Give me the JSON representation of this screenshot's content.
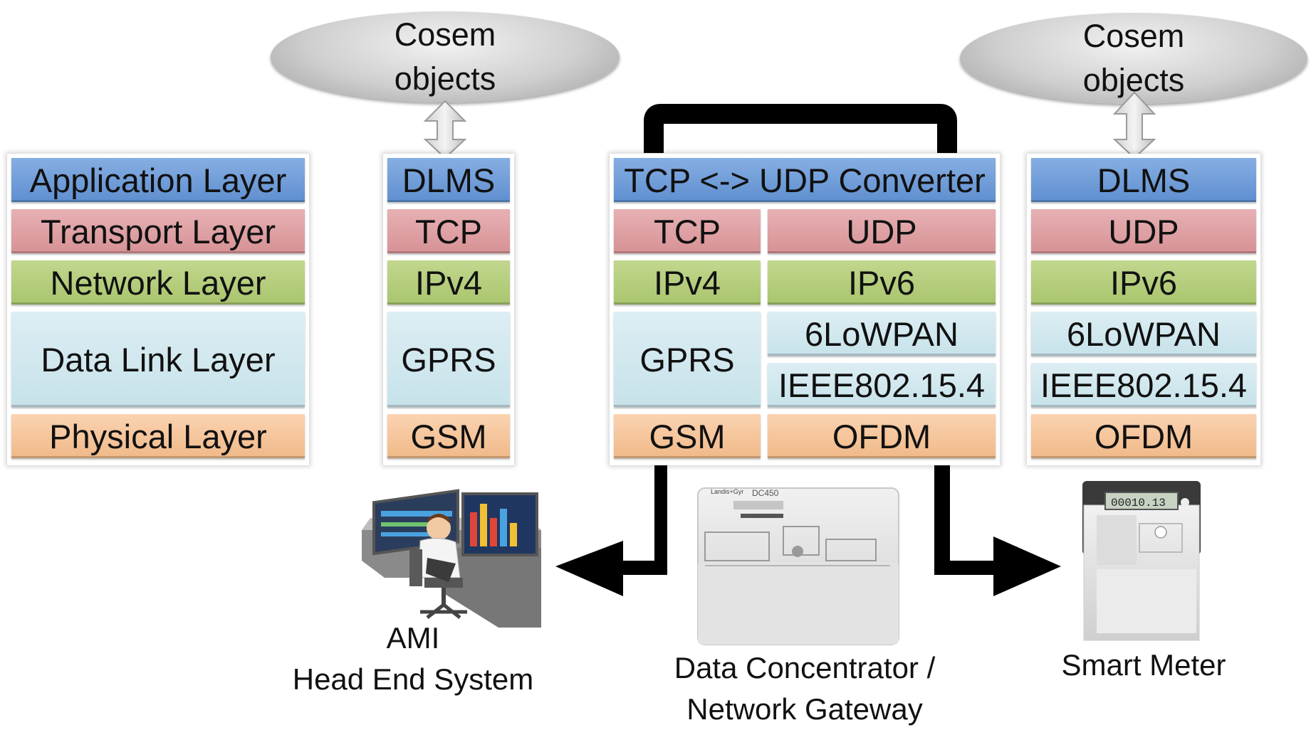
{
  "left_cloud": {
    "line1": "Cosem",
    "line2": "objects"
  },
  "right_cloud": {
    "line1": "Cosem",
    "line2": "objects"
  },
  "layer_names": {
    "application": "Application Layer",
    "transport": "Transport Layer",
    "network": "Network Layer",
    "datalink": "Data Link Layer",
    "physical": "Physical Layer"
  },
  "head_end_stack": {
    "app": "DLMS",
    "transport": "TCP",
    "network": "IPv4",
    "datalink": "GPRS",
    "physical": "GSM"
  },
  "gateway_stack": {
    "app": "TCP <-> UDP Converter",
    "left": {
      "transport": "TCP",
      "network": "IPv4",
      "datalink": "GPRS",
      "physical": "GSM"
    },
    "right": {
      "transport": "UDP",
      "network": "IPv6",
      "adaptation": "6LoWPAN",
      "mac": "IEEE802.15.4",
      "physical": "OFDM"
    }
  },
  "meter_stack": {
    "app": "DLMS",
    "transport": "UDP",
    "network": "IPv6",
    "adaptation": "6LoWPAN",
    "mac": "IEEE802.15.4",
    "physical": "OFDM"
  },
  "devices": {
    "head_end": {
      "line1": "AMI",
      "line2": "Head End System"
    },
    "concentrator": {
      "line1": "Data Concentrator /",
      "line2": "Network Gateway",
      "model": "DC450",
      "brand": "Landis+Gyr"
    },
    "meter": {
      "line1": "Smart Meter",
      "display": "00010.13"
    }
  },
  "colors": {
    "application": "#6f9bd8",
    "transport": "#dca0a3",
    "network": "#b3cc7a",
    "datalink": "#d2e8ef",
    "physical": "#f5c59a",
    "path": "#000000"
  }
}
